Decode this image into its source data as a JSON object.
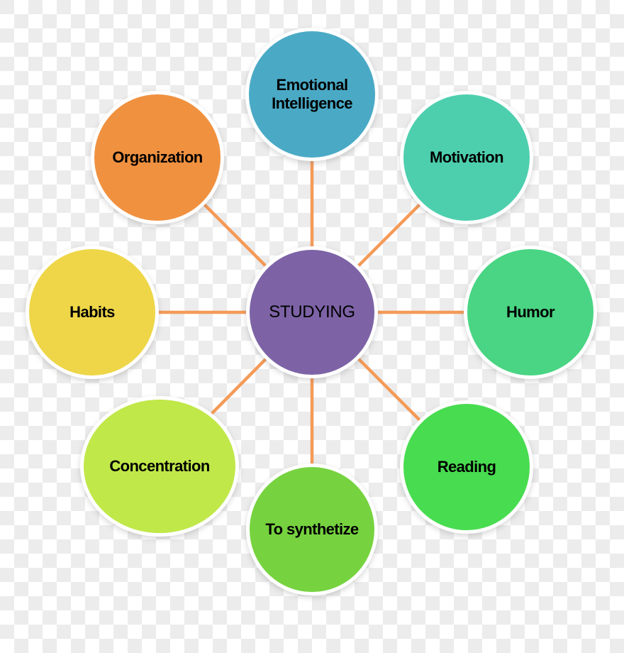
{
  "diagram": {
    "type": "mind-map",
    "hub": {
      "label": "STUDYING",
      "color": "#7d63a6"
    },
    "nodes": [
      {
        "id": "emotional-intelligence",
        "label": "Emotional Intelligence",
        "color": "#4aaac6"
      },
      {
        "id": "motivation",
        "label": "Motivation",
        "color": "#4dcfae"
      },
      {
        "id": "humor",
        "label": "Humor",
        "color": "#49d583"
      },
      {
        "id": "reading",
        "label": "Reading",
        "color": "#48dc50"
      },
      {
        "id": "to-synthetize",
        "label": "To synthetize",
        "color": "#76d33f"
      },
      {
        "id": "concentration",
        "label": "Concentration",
        "color": "#c0e849"
      },
      {
        "id": "habits",
        "label": "Habits",
        "color": "#eed648"
      },
      {
        "id": "organization",
        "label": "Organization",
        "color": "#f09140"
      }
    ],
    "connector_color": "#f49a58",
    "background": {
      "checker_light": "#ffffff",
      "checker_dark": "#ececec"
    }
  }
}
